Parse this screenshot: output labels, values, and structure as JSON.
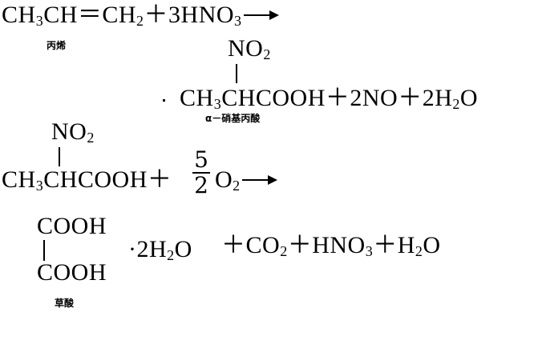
{
  "equation1": {
    "reactant_a": "CH",
    "reactant_a_sub": "3",
    "reactant_a_mid": "CH＝CH",
    "reactant_a_sub2": "2",
    "plus": "＋",
    "reactant_b": "3HNO",
    "reactant_b_sub": "3",
    "reactant_a_label": "丙烯",
    "product_branch": "NO",
    "product_branch_sub": "2",
    "product_main_a": "CH",
    "product_main_sub": "3",
    "product_main_b": "CHCOOH",
    "plus2": "＋",
    "product2": "2NO",
    "plus3": "＋",
    "product3_a": "2H",
    "product3_sub": "2",
    "product3_b": "O",
    "product_label": "α－硝基丙酸"
  },
  "equation2": {
    "reactant_branch": "NO",
    "reactant_branch_sub": "2",
    "reactant_a": "CH",
    "reactant_a_sub": "3",
    "reactant_b": "CHCOOH",
    "plus": "＋",
    "frac_num": "5",
    "frac_den": "2",
    "oxygen": "O",
    "oxygen_sub": "2",
    "product_top": "COOH",
    "product_bottom": "COOH",
    "hydrate_a": "·2H",
    "hydrate_sub": "2",
    "hydrate_b": "O",
    "plus2": "＋",
    "co2": "CO",
    "co2_sub": "2",
    "plus3": "＋",
    "hno3": "HNO",
    "hno3_sub": "3",
    "plus4": "＋",
    "water_a": "H",
    "water_sub": "2",
    "water_b": "O",
    "product_label": "草酸"
  }
}
